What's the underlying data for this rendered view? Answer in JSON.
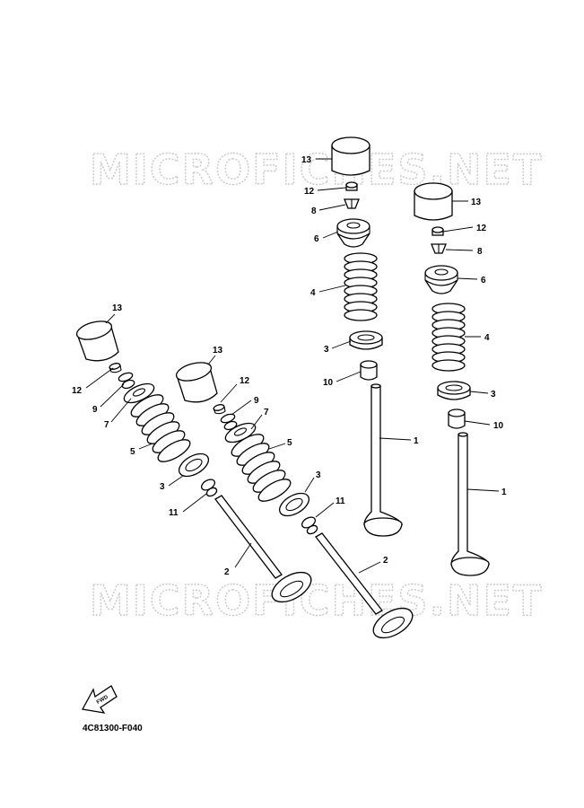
{
  "watermark": "MICROFICHES.NET",
  "diagram_code": "4C81300-F040",
  "fwd_label": "FWD",
  "callouts": {
    "c1": "1",
    "c2": "2",
    "c3": "3",
    "c4": "4",
    "c5": "5",
    "c6": "6",
    "c7": "7",
    "c8": "8",
    "c9": "9",
    "c10": "10",
    "c11": "11",
    "c12": "12",
    "c13": "13"
  }
}
